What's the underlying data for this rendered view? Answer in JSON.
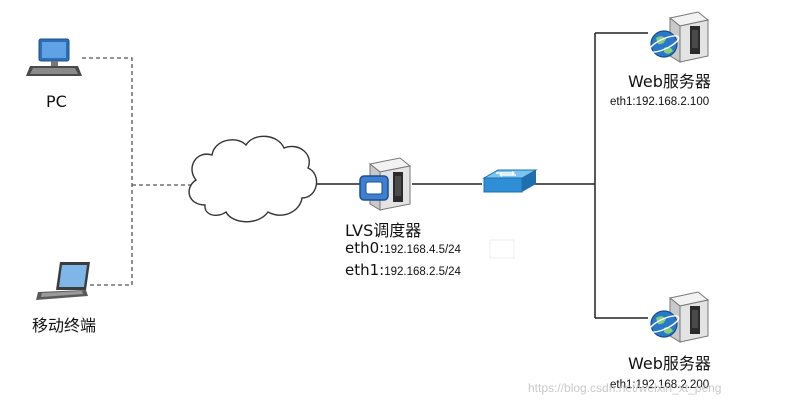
{
  "nodes": {
    "pc": {
      "label": "PC"
    },
    "mobile": {
      "label": "移动终端"
    },
    "lvs": {
      "label": "LVS调度器",
      "eth0_name": "eth0:",
      "eth0_ip": "192.168.4.5/24",
      "eth1_name": "eth1:",
      "eth1_ip": "192.168.2.5/24"
    },
    "web1": {
      "label": "Web服务器",
      "ip": "eth1:192.168.2.100"
    },
    "web2": {
      "label": "Web服务器",
      "ip": "eth1:192.168.2.200"
    }
  },
  "watermark": "https://blog.csdn.net/weixin_xt_peng",
  "colors": {
    "line": "#222222",
    "dashed_line": "#555555",
    "server_body": "#e6e6e6",
    "globe_blue": "#2a78c8",
    "switch_blue": "#2f8fd6",
    "cloud_fill": "#ffffff",
    "cloud_stroke": "#333333"
  }
}
